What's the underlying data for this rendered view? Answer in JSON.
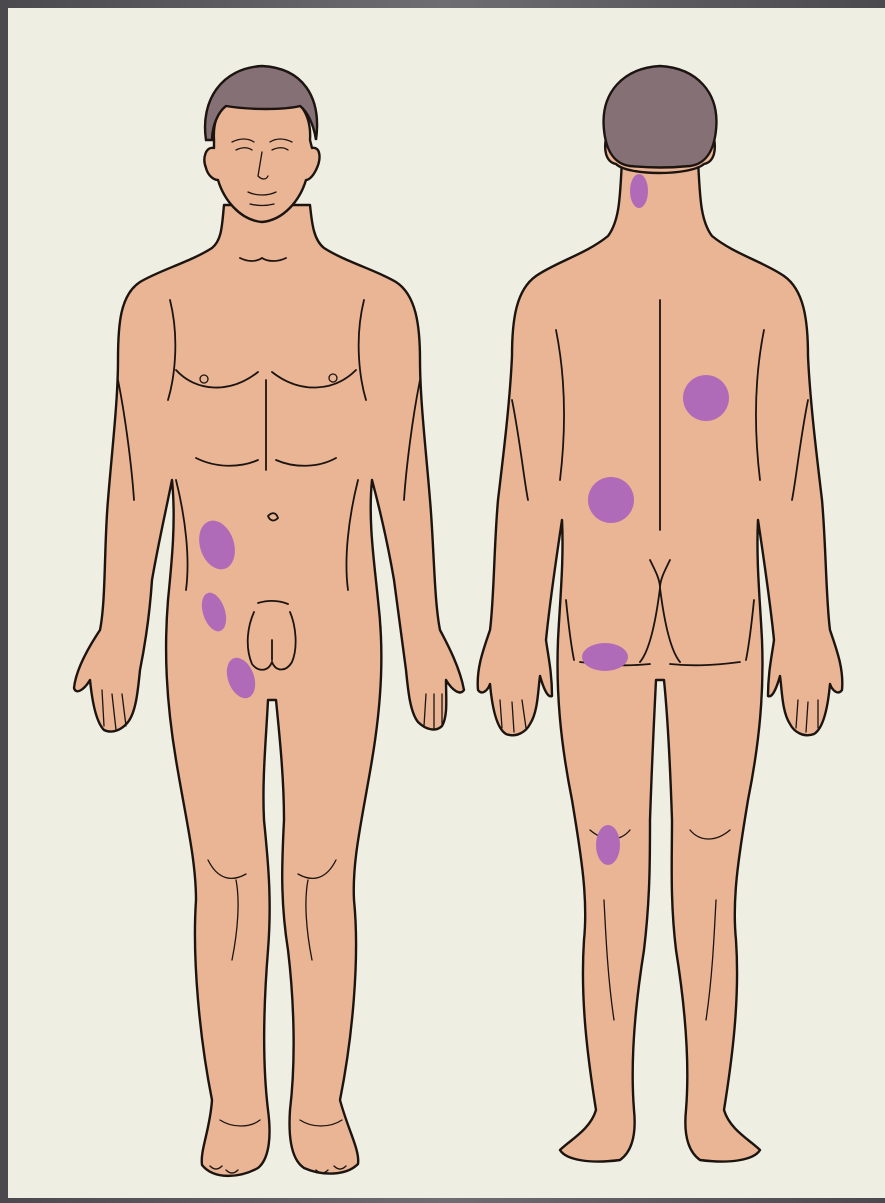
{
  "figure": {
    "views": [
      "front",
      "back"
    ],
    "marked_sites": {
      "front": [
        "abdomen-right",
        "thigh-upper-front",
        "thigh-inner-front"
      ],
      "back": [
        "neck-back",
        "upper-back-right",
        "lower-back-left",
        "buttock-left",
        "knee-back-left"
      ]
    }
  },
  "colors": {
    "background": "#eeeee2",
    "skin": "#e9b595",
    "hair": "#857076",
    "spot": "#b06bb8",
    "outline": "#1c1410"
  }
}
